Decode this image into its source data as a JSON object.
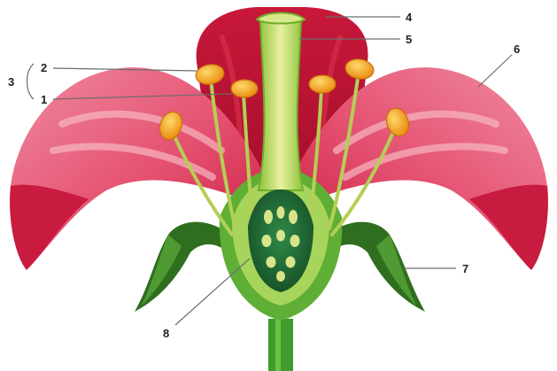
{
  "diagram": {
    "labels": {
      "l1": "1",
      "l2": "2",
      "l3": "3",
      "l4": "4",
      "l5": "5",
      "l6": "6",
      "l7": "7",
      "l8": "8"
    },
    "colors": {
      "petal_outer": "#d91e4a",
      "petal_mid": "#e8506f",
      "petal_light": "#f3a1ae",
      "petal_back": "#c8183a",
      "petal_back_dark": "#a80f2d",
      "stem_green": "#3f9b2e",
      "sepal_dark": "#2f6e1f",
      "style_light": "#e7ef9a",
      "ovary_dark": "#1f6a36",
      "ovule": "#d7e48a",
      "anther": "#f6a21c",
      "filament": "#b4cf55"
    }
  }
}
